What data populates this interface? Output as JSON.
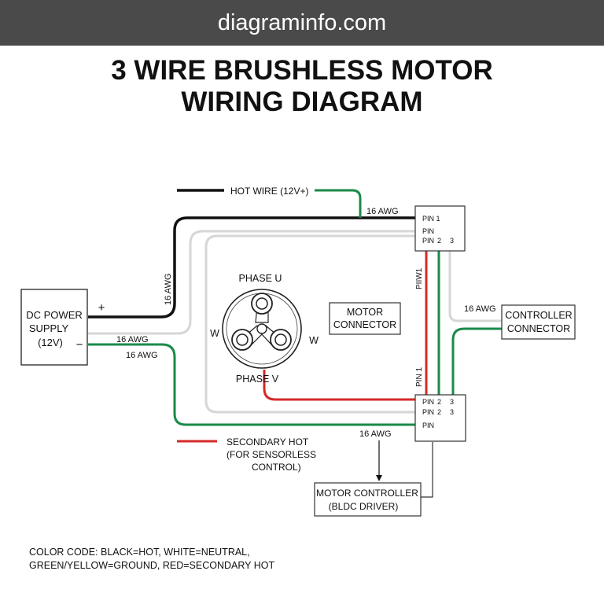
{
  "banner": {
    "site": "diagraminfo.com"
  },
  "title": {
    "line1": "3 WIRE BRUSHLESS MOTOR",
    "line2": "WIRING DIAGRAM"
  },
  "power_supply": {
    "line1": "DC POWER",
    "line2": "SUPPLY",
    "line3": "(12V)",
    "plus": "+",
    "minus": "−"
  },
  "legend": {
    "hot_wire": "HOT WIRE (12V+)",
    "secondary_line1": "SECONDARY HOT",
    "secondary_line2": "(FOR SENSORLESS",
    "secondary_line3": "CONTROL)"
  },
  "wire_labels": {
    "top_awg": "16 AWG",
    "vertical_awg": "16 AWG",
    "neutral_awg": "16 AWG",
    "ground_awg": "16 AWG",
    "controller_awg": "16 AWG",
    "bottom_awg": "16 AWG",
    "vertical_pin_upper": "PIIW1",
    "vertical_pin_lower": "PIN 1"
  },
  "top_connector": {
    "row1": "PIN 1",
    "row2": "PIN",
    "row3_pin": "PIN",
    "row3_n2": "2",
    "row3_n3": "3"
  },
  "bottom_connector": {
    "row1_pin": "PIN",
    "row1_n2": "2",
    "row1_n3": "3",
    "row2_pin": "PIN",
    "row2_n2": "2",
    "row2_n3": "3",
    "row3_pin": "PIN"
  },
  "motor": {
    "phase_u": "PHASE U",
    "phase_v": "PHASE V",
    "w_left": "W",
    "w_right": "W"
  },
  "motor_connector": {
    "line1": "MOTOR",
    "line2": "CONNECTOR"
  },
  "controller_connector": {
    "line1": "CONTROLLER",
    "line2": "CONNECTOR"
  },
  "motor_controller": {
    "line1": "MOTOR CONTROLLER",
    "line2": "(BLDC DRIVER)"
  },
  "color_code": {
    "line1": "COLOR CODE: BLACK=HOT, WHITE=NEUTRAL,",
    "line2": "GREEN/YELLOW=GROUND, RED=SECONDARY HOT"
  },
  "colors": {
    "hot": "#111111",
    "neutral": "#d6d6d6",
    "ground": "#1a8a4a",
    "secondary_hot": "#d42a2a",
    "banner": "#4a4a4a"
  }
}
